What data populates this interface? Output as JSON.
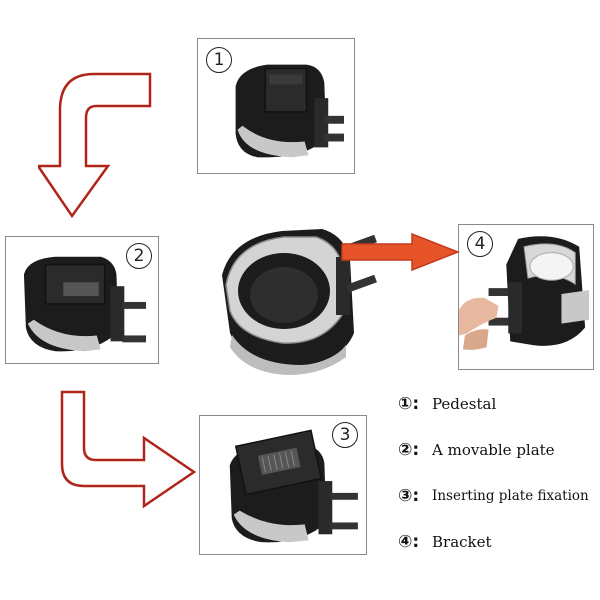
{
  "steps": [
    {
      "number": "1"
    },
    {
      "number": "2"
    },
    {
      "number": "3"
    },
    {
      "number": "4"
    }
  ],
  "legend": [
    {
      "marker": "①:",
      "label": "Pedestal"
    },
    {
      "marker": "②:",
      "label": "A movable plate"
    },
    {
      "marker": "③:",
      "label": " Inserting plate fixation"
    },
    {
      "marker": "④:",
      "label": "Bracket"
    }
  ],
  "colors": {
    "arrow_outline": "#b0251a",
    "arrow_fill": "#ffffff",
    "right_arrow_fill": "#e8542a",
    "panel_border": "#8a8a8a",
    "device_dark": "#1c1c1c",
    "device_silver": "#c8c8c8"
  }
}
